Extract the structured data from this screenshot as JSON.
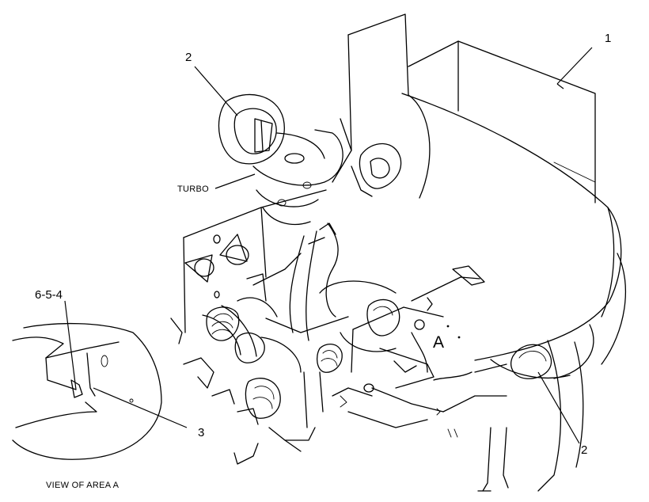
{
  "labels": {
    "callout_1": "1",
    "callout_2_top": "2",
    "callout_2_bottom": "2",
    "callout_3": "3",
    "callout_654": "6-5-4",
    "turbo": "TURBO",
    "area_a": "A",
    "view_caption": "VIEW OF AREA A"
  }
}
